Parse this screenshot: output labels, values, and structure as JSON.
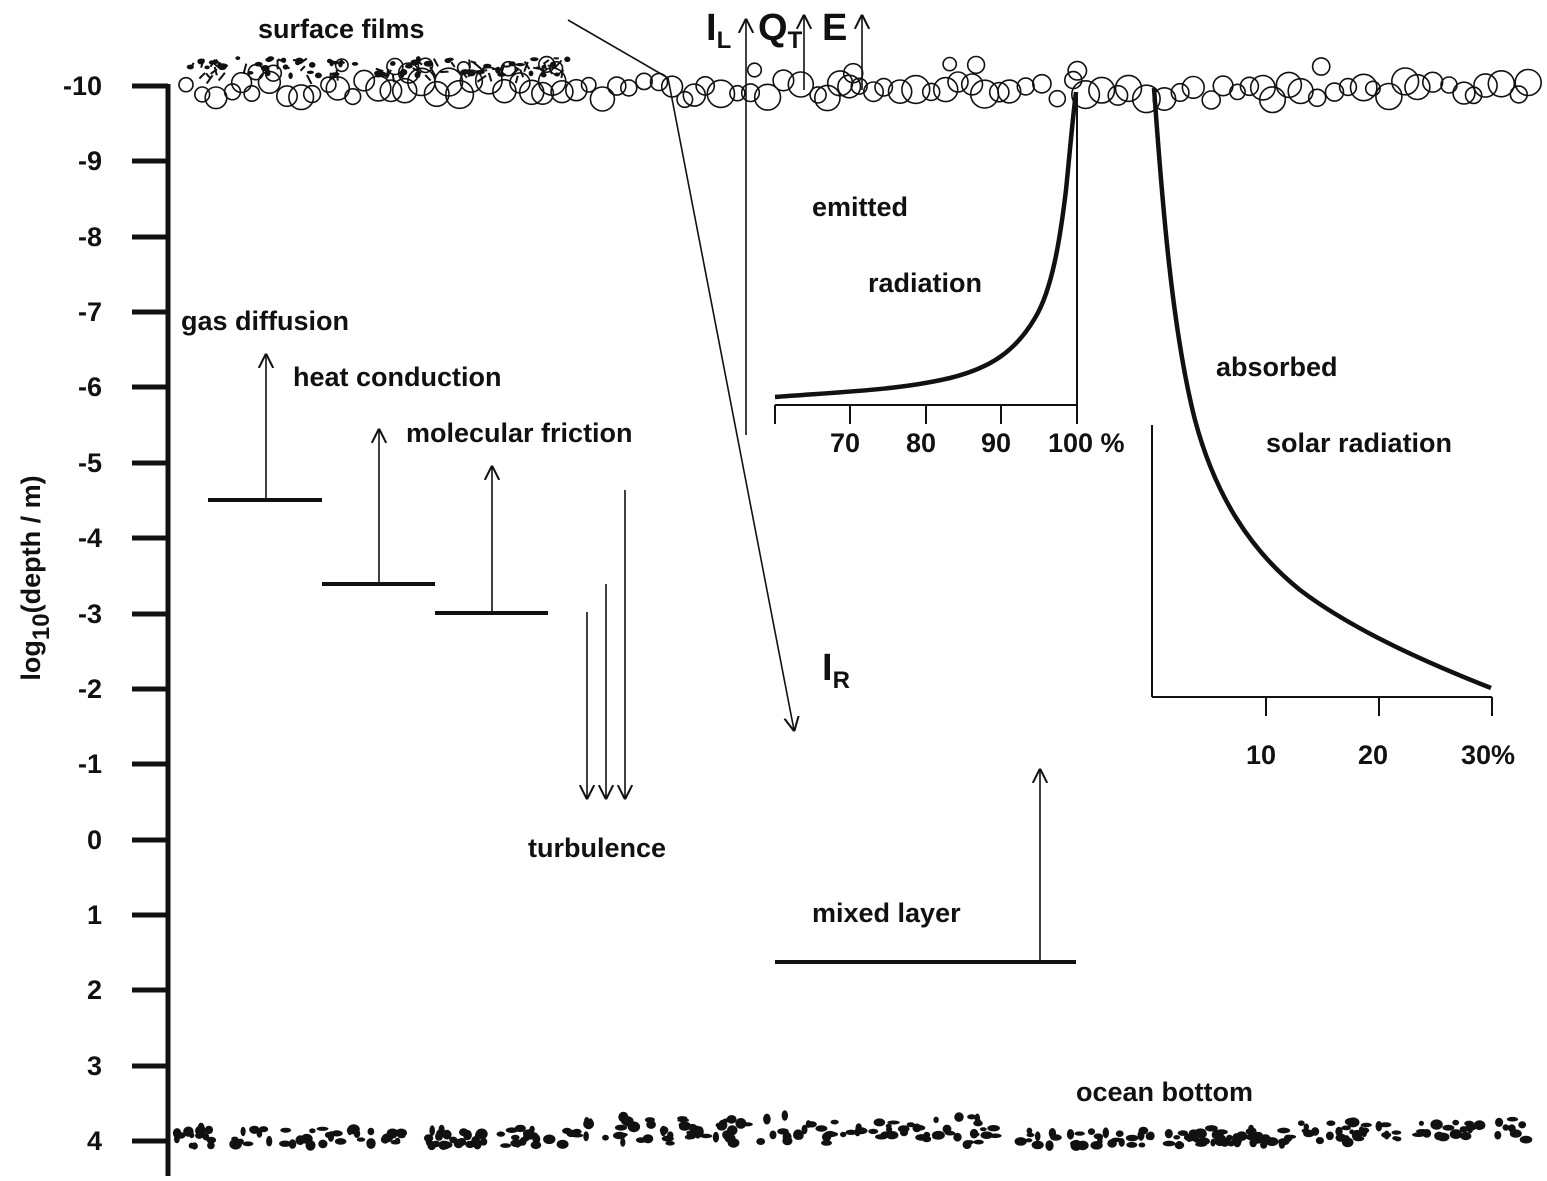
{
  "colors": {
    "ink": "#111111",
    "background": "#ffffff"
  },
  "axis": {
    "label_prefix": "log",
    "label_sub": "10",
    "label_suffix": "(depth / m)",
    "ticks": [
      "-10",
      "-9",
      "-8",
      "-7",
      "-6",
      "-5",
      "-4",
      "-3",
      "-2",
      "-1",
      "0",
      "1",
      "2",
      "3",
      "4"
    ]
  },
  "labels": {
    "surface_films": "surface films",
    "gas_diffusion": "gas diffusion",
    "heat_conduction": "heat conduction",
    "molecular_friction": "molecular friction",
    "turbulence": "turbulence",
    "mixed_layer": "mixed layer",
    "ocean_bottom": "ocean bottom",
    "emitted": "emitted",
    "radiation": "radiation",
    "absorbed": "absorbed",
    "solar_radiation": "solar radiation"
  },
  "fluxes": {
    "il_main": "I",
    "il_sub": "L",
    "qt_main": "Q",
    "qt_sub": "T",
    "e": "E",
    "ir_main": "I",
    "ir_sub": "R"
  },
  "emitted_axis": {
    "ticks": [
      "70",
      "80",
      "90",
      "100 %"
    ]
  },
  "absorbed_axis": {
    "ticks": [
      "10",
      "20",
      "30%"
    ]
  }
}
